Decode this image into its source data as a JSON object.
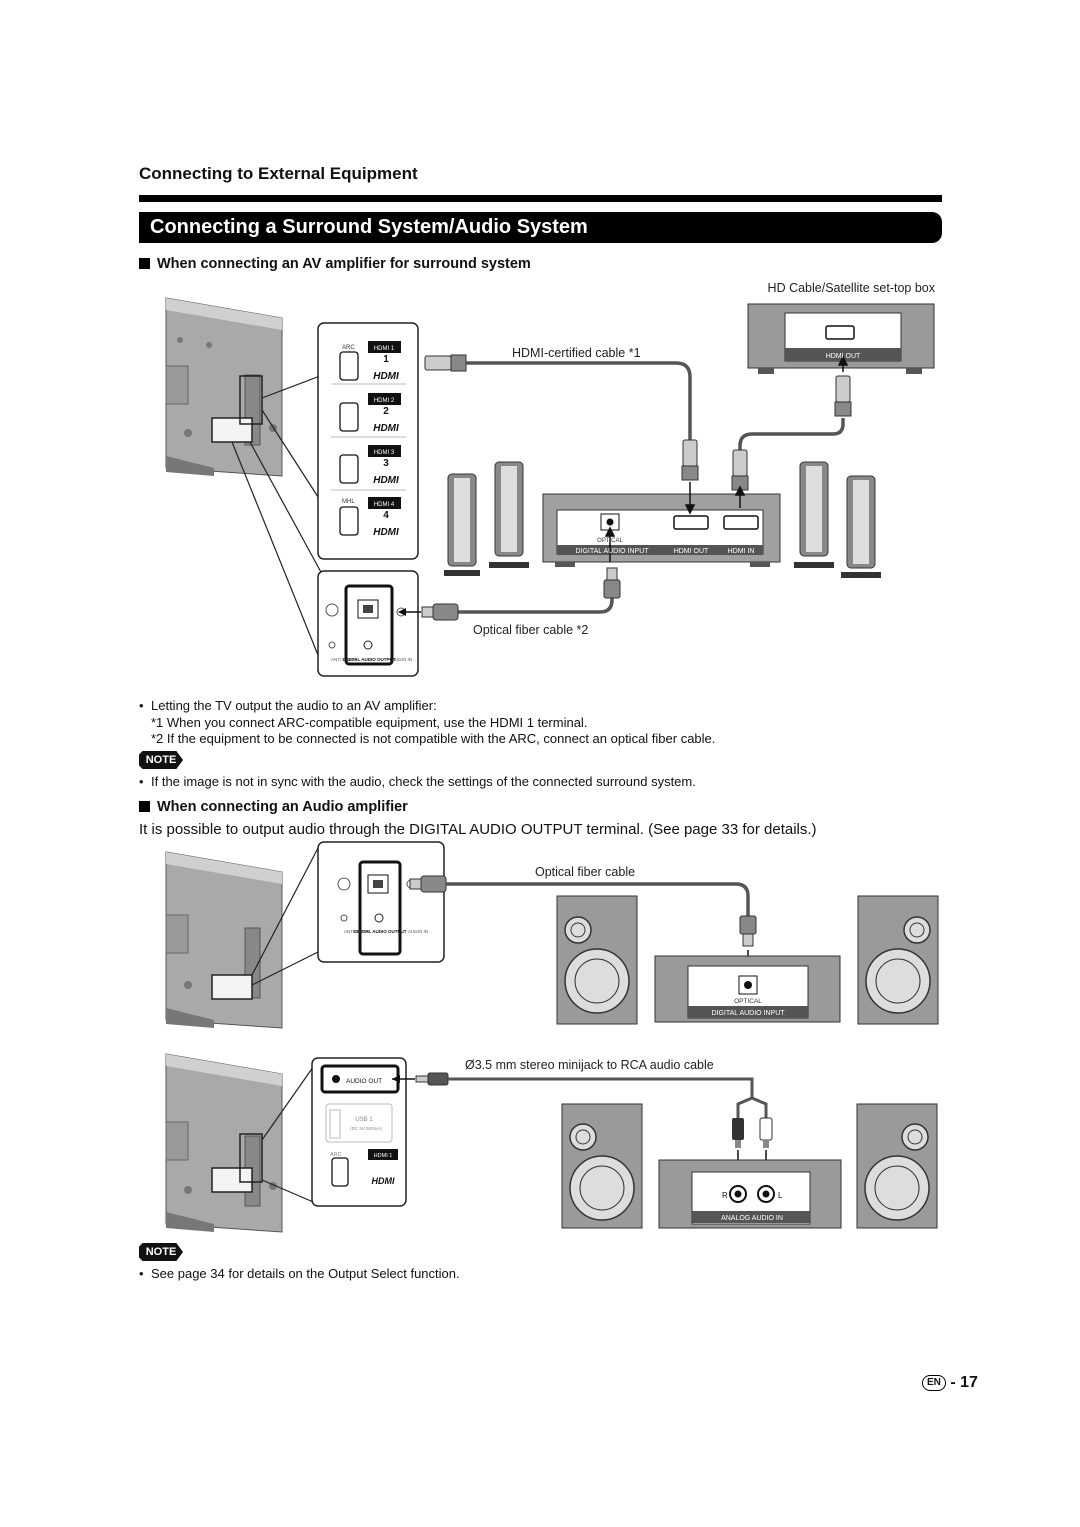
{
  "header": {
    "section_title": "Connecting to External Equipment",
    "banner_title": "Connecting a Surround System/Audio System"
  },
  "section1": {
    "heading": "When connecting an AV amplifier for surround system",
    "labels": {
      "set_top_box": "HD Cable/Satellite set-top box",
      "hdmi_cable": "HDMI-certified cable *1",
      "optical_cable": "Optical fiber cable *2",
      "stb_hdmi_out": "HDMI OUT",
      "amp_optical": "OPTICAL",
      "amp_digital_audio_input": "DIGITAL AUDIO INPUT",
      "amp_hdmi_out": "HDMI OUT",
      "amp_hdmi_in": "HDMI IN"
    },
    "tv_panel": {
      "arc": "ARC",
      "mhl": "MHL",
      "hdmi_ports": [
        "HDMI 1",
        "HDMI 2",
        "HDMI 3",
        "HDMI 4"
      ],
      "hdmi_logo": "HDMI",
      "port_numbers": [
        "1",
        "2",
        "3",
        "4"
      ],
      "ant_cable": "ANT/ CABLE",
      "digital_audio_output": "DIGITAL AUDIO OUTPUT",
      "audio_in": "AUDIO IN"
    },
    "bullet": "Letting the TV output the audio to an AV amplifier:",
    "footnote1": "*1  When you connect ARC-compatible equipment, use the HDMI 1 terminal.",
    "footnote2": "*2  If the equipment to be connected is not compatible with the ARC, connect an optical fiber cable.",
    "note_label": "NOTE",
    "note_text": "If the image is not in sync with the audio, check the settings of the connected surround system."
  },
  "section2": {
    "heading": "When connecting an Audio amplifier",
    "intro": "It is possible to output audio through the DIGITAL AUDIO OUTPUT terminal. (See page 33 for details.)",
    "labels": {
      "optical_cable": "Optical fiber cable",
      "amp_optical": "OPTICAL",
      "amp_digital_audio_input": "DIGITAL AUDIO INPUT",
      "minijack_cable": "Ø3.5 mm stereo minijack to RCA audio cable",
      "audio_out": "AUDIO OUT",
      "usb": "USB 1",
      "usb_power": "(DC 5V  500mA)",
      "arc": "ARC",
      "hdmi1": "HDMI 1",
      "hdmi_logo": "HDMI",
      "analog_audio_in": "ANALOG AUDIO IN",
      "r": "R",
      "l": "L",
      "ant_cable": "ANT/ CABLE",
      "digital_audio_output": "DIGITAL AUDIO OUTPUT",
      "audio_in": "AUDIO IN"
    },
    "note_label": "NOTE",
    "note_text": "See page 34 for details on the Output Select function."
  },
  "footer": {
    "lang": "EN",
    "page_number": "- 17"
  }
}
